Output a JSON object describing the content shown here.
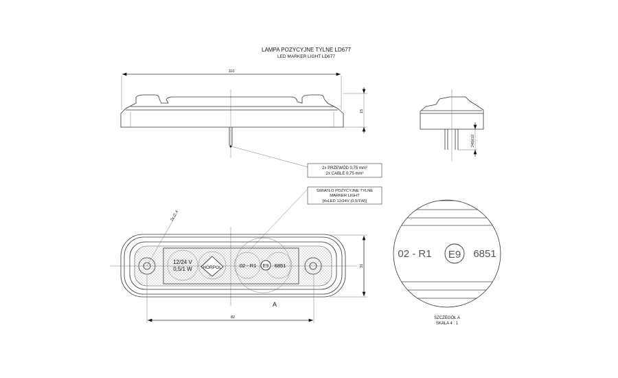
{
  "title": {
    "line1": "LAMPA POZYCYJNE TYLNE LD677",
    "line2": "LED MARKER LIGHT LD677"
  },
  "dimensions": {
    "length": "110",
    "height": "15",
    "cable_length": "240±10",
    "width": "31",
    "hole_spacing": "82",
    "hole": "2x ∅ 4"
  },
  "cable_note": {
    "line1": "2x PRZEWÓD 0,75 mm²",
    "line2": "2x CABLE 0,75 mm²"
  },
  "light_note": {
    "line1": "ŚWIATŁO POZYCYJNE TYLNE",
    "line2": "MARKER LIGHT",
    "line3": "[4xLED 12/24V (0,5/1W)]"
  },
  "lens_marks": {
    "voltage": "12/24 V",
    "power": "0,5/1 W",
    "brand": "HORPOL",
    "approval": "02 - R1",
    "e_mark": "E9",
    "number": "6851"
  },
  "detail": {
    "marker": "A",
    "approval": "02 - R1",
    "e_mark": "E9",
    "number": "6851",
    "caption1": "SZCZEGÓŁ A",
    "caption2": "SKALA 4 : 1"
  }
}
